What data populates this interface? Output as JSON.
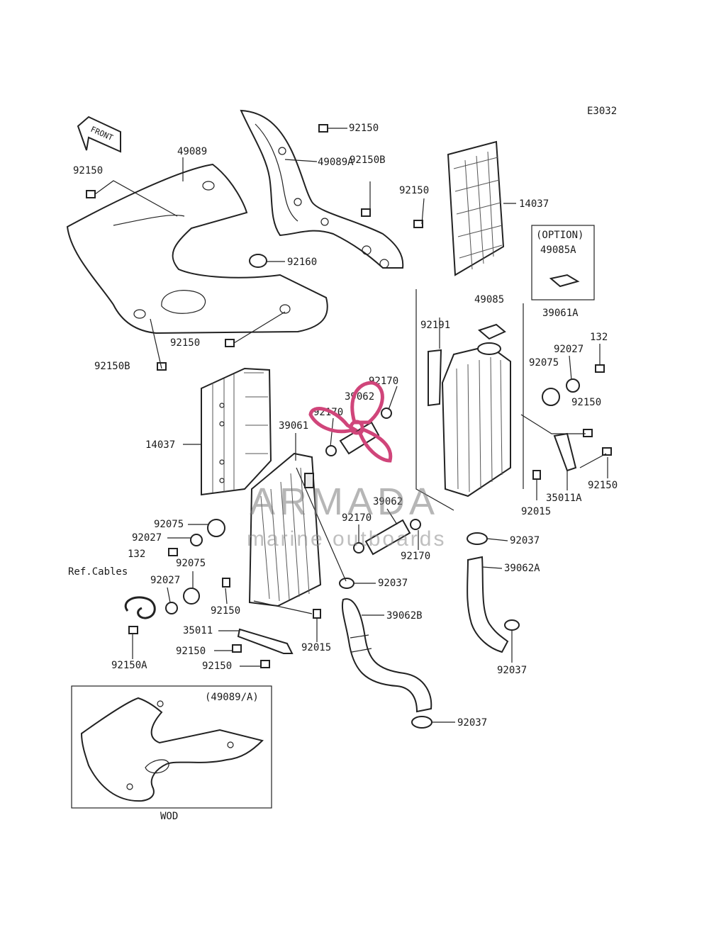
{
  "diagram_code": "E3032",
  "front_label": "FRONT",
  "option_box": {
    "line1": "(OPTION)",
    "line2": "49085A"
  },
  "inset_box": {
    "title": "(49089/A)",
    "caption": "WOD"
  },
  "watermark": {
    "brand": "ARMADA",
    "tagline": "marine outboards",
    "color": "#d0457a"
  },
  "labels": {
    "l49089": "49089",
    "l92150_tl": "92150",
    "l92150_top": "92150",
    "l49089A": "49089A",
    "l92150B_mid": "92150B",
    "l92150_mid": "92150",
    "l14037_right": "14037",
    "l92160": "92160",
    "l92150_shroud": "92150",
    "l92150B_left": "92150B",
    "l49085": "49085",
    "l39061A": "39061A",
    "l92191": "92191",
    "l132_right": "132",
    "l92027_right": "92027",
    "l92075_right": "92075",
    "l92150_r1": "92150",
    "l92150_r2": "92150",
    "l35011A": "35011A",
    "l92015_right": "92015",
    "l92170_a": "92170",
    "l39062_a": "39062",
    "l92170_b": "92170",
    "l39061": "39061",
    "l14037_left": "14037",
    "l92075_l1": "92075",
    "l92027_l1": "92027",
    "l132_left": "132",
    "l92075_l2": "92075",
    "l92027_l2": "92027",
    "l_refcables": "Ref.Cables",
    "l92150_c1": "92150",
    "l35011": "35011",
    "l92150_c2": "92150",
    "l92150_c3": "92150",
    "l92150A": "92150A",
    "l92015_left": "92015",
    "l39062_b": "39062",
    "l92170_c": "92170",
    "l92170_d": "92170",
    "l92037_a": "92037",
    "l92037_b": "92037",
    "l39062B": "39062B",
    "l39062A": "39062A",
    "l92037_c": "92037",
    "l92037_d": "92037"
  }
}
